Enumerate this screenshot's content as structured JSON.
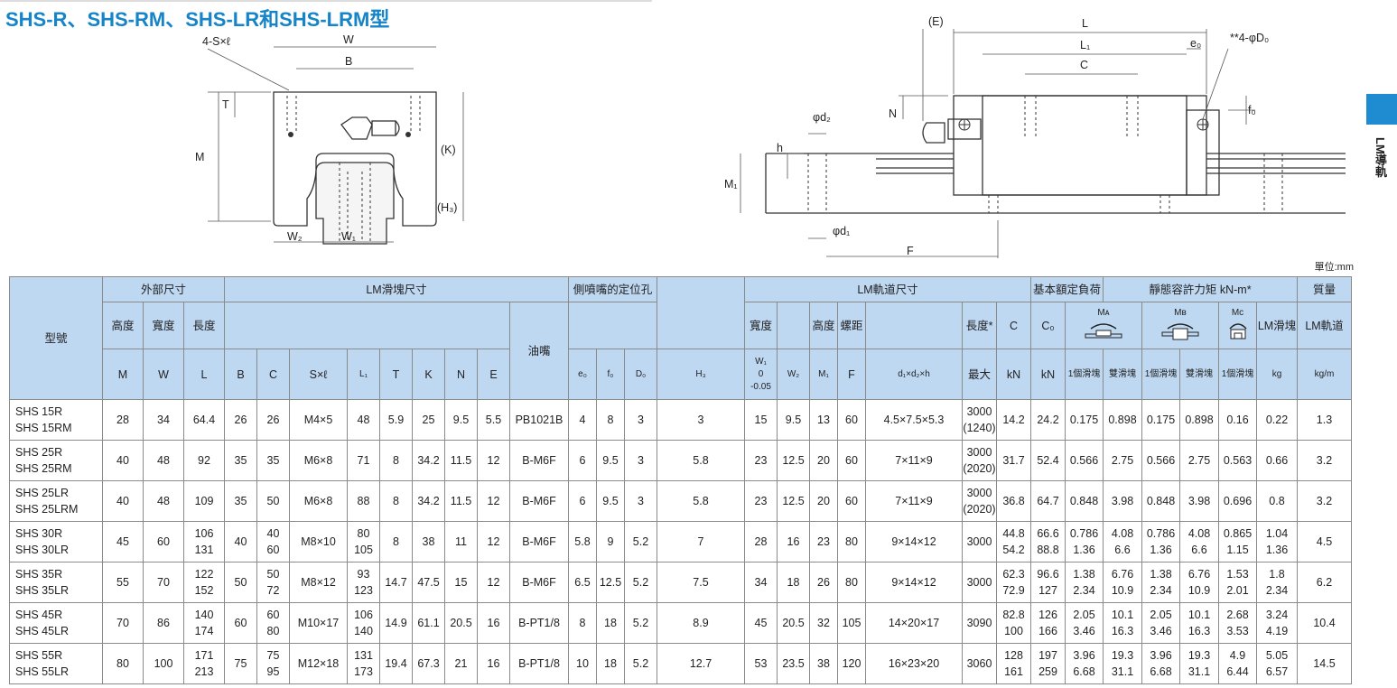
{
  "title": "SHS-R、SHS-RM、SHS-LR和SHS-LRM型",
  "side_label": "LM導軌",
  "unit_note": "單位:mm",
  "drawing_labels": {
    "front": [
      "4-S×ℓ",
      "W",
      "B",
      "T",
      "M",
      "(K)",
      "(H₃)",
      "W₂",
      "W₁"
    ],
    "side": [
      "(E)",
      "L",
      "L₁",
      "e₀",
      "**4-φD₀",
      "C",
      "N",
      "f₀",
      "φd₂",
      "h",
      "M₁",
      "φd₁",
      "F"
    ]
  },
  "table": {
    "group_headers": {
      "model": "型號",
      "outer": "外部尺寸",
      "block": "LM滑塊尺寸",
      "side_pos": "側噴嘴的定位孔",
      "rail": "LM軌道尺寸",
      "load": "基本額定負荷",
      "moment": "靜態容許力矩 kN-m*",
      "mass": "質量"
    },
    "sub_headers": {
      "height": "高度",
      "width": "寬度",
      "length": "長度",
      "grease": "油嘴",
      "rail_width": "寬度",
      "rail_height": "高度",
      "pitch": "螺距",
      "rail_len": "長度*",
      "single": "1個滑塊",
      "double": "雙滑塊",
      "block_mass": "LM滑塊",
      "rail_mass": "LM軌道"
    },
    "symbols": {
      "M": "M",
      "W": "W",
      "L": "L",
      "B": "B",
      "C": "C",
      "S": "S×ℓ",
      "L1": "L₁",
      "T": "T",
      "K": "K",
      "N": "N",
      "E": "E",
      "e0": "e₀",
      "f0": "f₀",
      "D0": "D₀",
      "H3": "H₃",
      "W1": "W₁",
      "W1_tol1": "0",
      "W1_tol2": "-0.05",
      "W2": "W₂",
      "M1": "M₁",
      "F": "F",
      "d": "d₁×d₂×h",
      "max": "最大",
      "Ca": "C",
      "C0": "C₀",
      "kN1": "kN",
      "kN2": "kN",
      "MA": "Mᴀ",
      "MB": "Mʙ",
      "MC": "Mᴄ",
      "kg": "kg",
      "kgm": "kg/m"
    },
    "rows": [
      {
        "model": [
          "SHS 15R",
          "SHS 15RM"
        ],
        "M": "28",
        "W": "34",
        "L": [
          "64.4"
        ],
        "B": "26",
        "C": [
          "26"
        ],
        "S": "M4×5",
        "L1": [
          "48"
        ],
        "T": "5.9",
        "K": "25",
        "N": "9.5",
        "E": "5.5",
        "grease": "PB1021B",
        "e0": "4",
        "f0": "8",
        "D0": "3",
        "H3": "3",
        "W1": "15",
        "W2": "9.5",
        "M1": "13",
        "F": "60",
        "d": "4.5×7.5×5.3",
        "Lmax": [
          "3000",
          "(1240)"
        ],
        "Ca": [
          "14.2"
        ],
        "C0": [
          "24.2"
        ],
        "MA1": [
          "0.175"
        ],
        "MA2": [
          "0.898"
        ],
        "MB1": [
          "0.175"
        ],
        "MB2": [
          "0.898"
        ],
        "MC": [
          "0.16"
        ],
        "mb": [
          "0.22"
        ],
        "mr": "1.3"
      },
      {
        "model": [
          "SHS 25R",
          "SHS 25RM"
        ],
        "M": "40",
        "W": "48",
        "L": [
          "92"
        ],
        "B": "35",
        "C": [
          "35"
        ],
        "S": "M6×8",
        "L1": [
          "71"
        ],
        "T": "8",
        "K": "34.2",
        "N": "11.5",
        "E": "12",
        "grease": "B-M6F",
        "e0": "6",
        "f0": "9.5",
        "D0": "3",
        "H3": "5.8",
        "W1": "23",
        "W2": "12.5",
        "M1": "20",
        "F": "60",
        "d": "7×11×9",
        "Lmax": [
          "3000",
          "(2020)"
        ],
        "Ca": [
          "31.7"
        ],
        "C0": [
          "52.4"
        ],
        "MA1": [
          "0.566"
        ],
        "MA2": [
          "2.75"
        ],
        "MB1": [
          "0.566"
        ],
        "MB2": [
          "2.75"
        ],
        "MC": [
          "0.563"
        ],
        "mb": [
          "0.66"
        ],
        "mr": "3.2"
      },
      {
        "model": [
          "SHS 25LR",
          "SHS 25LRM"
        ],
        "M": "40",
        "W": "48",
        "L": [
          "109"
        ],
        "B": "35",
        "C": [
          "50"
        ],
        "S": "M6×8",
        "L1": [
          "88"
        ],
        "T": "8",
        "K": "34.2",
        "N": "11.5",
        "E": "12",
        "grease": "B-M6F",
        "e0": "6",
        "f0": "9.5",
        "D0": "3",
        "H3": "5.8",
        "W1": "23",
        "W2": "12.5",
        "M1": "20",
        "F": "60",
        "d": "7×11×9",
        "Lmax": [
          "3000",
          "(2020)"
        ],
        "Ca": [
          "36.8"
        ],
        "C0": [
          "64.7"
        ],
        "MA1": [
          "0.848"
        ],
        "MA2": [
          "3.98"
        ],
        "MB1": [
          "0.848"
        ],
        "MB2": [
          "3.98"
        ],
        "MC": [
          "0.696"
        ],
        "mb": [
          "0.8"
        ],
        "mr": "3.2"
      },
      {
        "model": [
          "SHS 30R",
          "SHS 30LR"
        ],
        "M": "45",
        "W": "60",
        "L": [
          "106",
          "131"
        ],
        "B": "40",
        "C": [
          "40",
          "60"
        ],
        "S": "M8×10",
        "L1": [
          "80",
          "105"
        ],
        "T": "8",
        "K": "38",
        "N": "11",
        "E": "12",
        "grease": "B-M6F",
        "e0": "5.8",
        "f0": "9",
        "D0": "5.2",
        "H3": "7",
        "W1": "28",
        "W2": "16",
        "M1": "23",
        "F": "80",
        "d": "9×14×12",
        "Lmax": [
          "3000"
        ],
        "Ca": [
          "44.8",
          "54.2"
        ],
        "C0": [
          "66.6",
          "88.8"
        ],
        "MA1": [
          "0.786",
          "1.36"
        ],
        "MA2": [
          "4.08",
          "6.6"
        ],
        "MB1": [
          "0.786",
          "1.36"
        ],
        "MB2": [
          "4.08",
          "6.6"
        ],
        "MC": [
          "0.865",
          "1.15"
        ],
        "mb": [
          "1.04",
          "1.36"
        ],
        "mr": "4.5"
      },
      {
        "model": [
          "SHS 35R",
          "SHS 35LR"
        ],
        "M": "55",
        "W": "70",
        "L": [
          "122",
          "152"
        ],
        "B": "50",
        "C": [
          "50",
          "72"
        ],
        "S": "M8×12",
        "L1": [
          "93",
          "123"
        ],
        "T": "14.7",
        "K": "47.5",
        "N": "15",
        "E": "12",
        "grease": "B-M6F",
        "e0": "6.5",
        "f0": "12.5",
        "D0": "5.2",
        "H3": "7.5",
        "W1": "34",
        "W2": "18",
        "M1": "26",
        "F": "80",
        "d": "9×14×12",
        "Lmax": [
          "3000"
        ],
        "Ca": [
          "62.3",
          "72.9"
        ],
        "C0": [
          "96.6",
          "127"
        ],
        "MA1": [
          "1.38",
          "2.34"
        ],
        "MA2": [
          "6.76",
          "10.9"
        ],
        "MB1": [
          "1.38",
          "2.34"
        ],
        "MB2": [
          "6.76",
          "10.9"
        ],
        "MC": [
          "1.53",
          "2.01"
        ],
        "mb": [
          "1.8",
          "2.34"
        ],
        "mr": "6.2"
      },
      {
        "model": [
          "SHS 45R",
          "SHS 45LR"
        ],
        "M": "70",
        "W": "86",
        "L": [
          "140",
          "174"
        ],
        "B": "60",
        "C": [
          "60",
          "80"
        ],
        "S": "M10×17",
        "L1": [
          "106",
          "140"
        ],
        "T": "14.9",
        "K": "61.1",
        "N": "20.5",
        "E": "16",
        "grease": "B-PT1/8",
        "e0": "8",
        "f0": "18",
        "D0": "5.2",
        "H3": "8.9",
        "W1": "45",
        "W2": "20.5",
        "M1": "32",
        "F": "105",
        "d": "14×20×17",
        "Lmax": [
          "3090"
        ],
        "Ca": [
          "82.8",
          "100"
        ],
        "C0": [
          "126",
          "166"
        ],
        "MA1": [
          "2.05",
          "3.46"
        ],
        "MA2": [
          "10.1",
          "16.3"
        ],
        "MB1": [
          "2.05",
          "3.46"
        ],
        "MB2": [
          "10.1",
          "16.3"
        ],
        "MC": [
          "2.68",
          "3.53"
        ],
        "mb": [
          "3.24",
          "4.19"
        ],
        "mr": "10.4"
      },
      {
        "model": [
          "SHS 55R",
          "SHS 55LR"
        ],
        "M": "80",
        "W": "100",
        "L": [
          "171",
          "213"
        ],
        "B": "75",
        "C": [
          "75",
          "95"
        ],
        "S": "M12×18",
        "L1": [
          "131",
          "173"
        ],
        "T": "19.4",
        "K": "67.3",
        "N": "21",
        "E": "16",
        "grease": "B-PT1/8",
        "e0": "10",
        "f0": "18",
        "D0": "5.2",
        "H3": "12.7",
        "W1": "53",
        "W2": "23.5",
        "M1": "38",
        "F": "120",
        "d": "16×23×20",
        "Lmax": [
          "3060"
        ],
        "Ca": [
          "128",
          "161"
        ],
        "C0": [
          "197",
          "259"
        ],
        "MA1": [
          "3.96",
          "6.68"
        ],
        "MA2": [
          "19.3",
          "31.1"
        ],
        "MB1": [
          "3.96",
          "6.68"
        ],
        "MB2": [
          "19.3",
          "31.1"
        ],
        "MC": [
          "4.9",
          "6.44"
        ],
        "mb": [
          "5.05",
          "6.57"
        ],
        "mr": "14.5"
      }
    ]
  }
}
